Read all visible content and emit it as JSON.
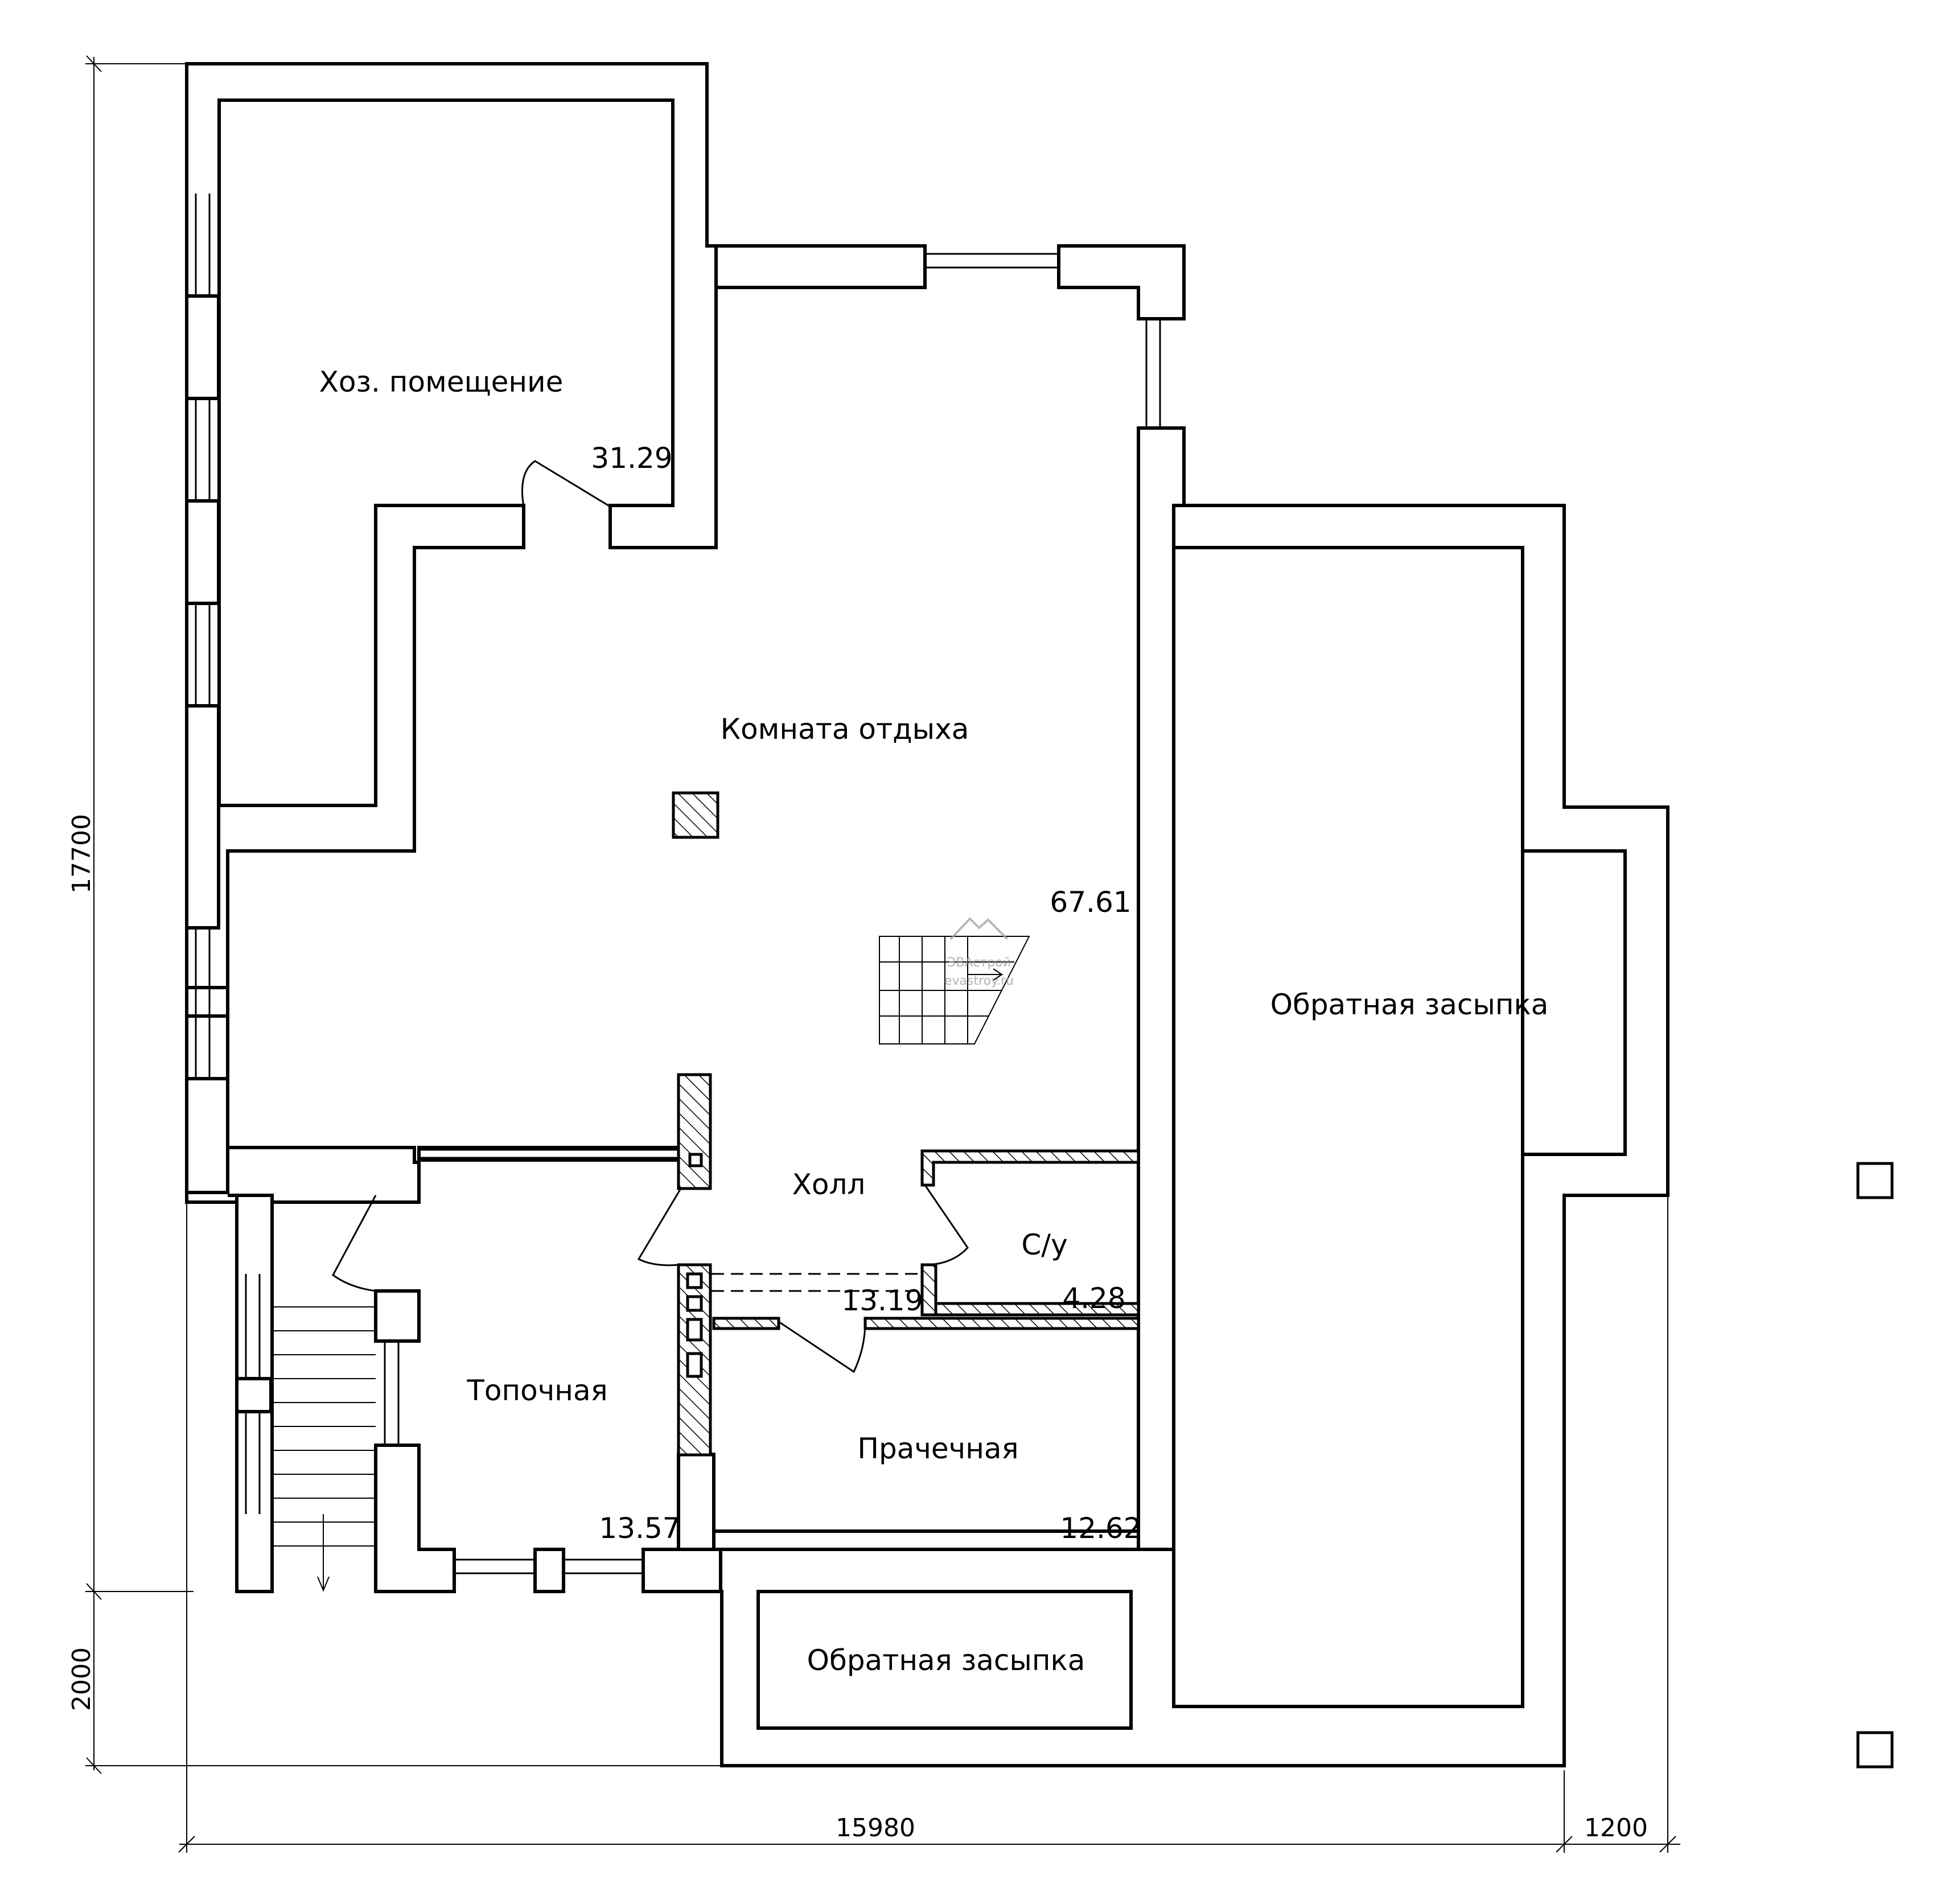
{
  "rooms": [
    {
      "id": "utility",
      "name": "Хоз. помещение",
      "area": "31.29"
    },
    {
      "id": "lounge",
      "name": "Комната отдыха",
      "area": "67.61"
    },
    {
      "id": "hall",
      "name": "Холл",
      "area": "13.19"
    },
    {
      "id": "wc",
      "name": "С/у",
      "area": "4.28"
    },
    {
      "id": "boiler",
      "name": "Топочная",
      "area": "13.57"
    },
    {
      "id": "laundry",
      "name": "Прачечная",
      "area": "12.62"
    },
    {
      "id": "backfill_right",
      "name": "Обратная засыпка"
    },
    {
      "id": "backfill_bottom",
      "name": "Обратная засыпка"
    }
  ],
  "dimensions": {
    "height_main": "17700",
    "height_extra": "2000",
    "width_main": "15980",
    "width_extra": "1200"
  },
  "watermark": {
    "brand": "ЭВАстрой",
    "site": "evastroy.ru"
  }
}
